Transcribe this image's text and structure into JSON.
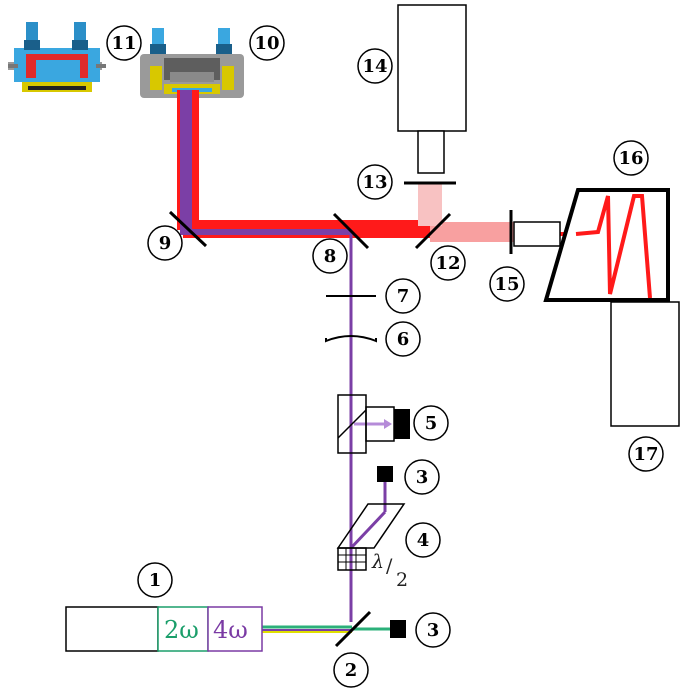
{
  "labels": {
    "l1": "1",
    "l2": "2",
    "l3a": "3",
    "l3b": "3",
    "l4": "4",
    "l5": "5",
    "l6": "6",
    "l7": "7",
    "l8": "8",
    "l9": "9",
    "l10": "10",
    "l11": "11",
    "l12": "12",
    "l13": "13",
    "l14": "14",
    "l15": "15",
    "l16": "16",
    "l17": "17"
  },
  "laser": {
    "harmonic_2": "2ω",
    "harmonic_4": "4ω"
  },
  "waveplate": {
    "lambda": "λ",
    "slash": "/",
    "two": "2"
  },
  "colors": {
    "red_beam": "#ff1a1a",
    "pink_beam": "#f8a0a0",
    "violet_beam": "#7b3fa6",
    "green": "#1a9e6a",
    "violet_text": "#7a3aa4",
    "light_violet": "#b58bd8",
    "cell_blue": "#3aa7e0",
    "cell_yellow": "#d8c800",
    "cell_grey": "#9a9a9a"
  },
  "icons": [
    "detector-block-icon",
    "cell-cutaway-icon",
    "beam-dump-icon"
  ]
}
